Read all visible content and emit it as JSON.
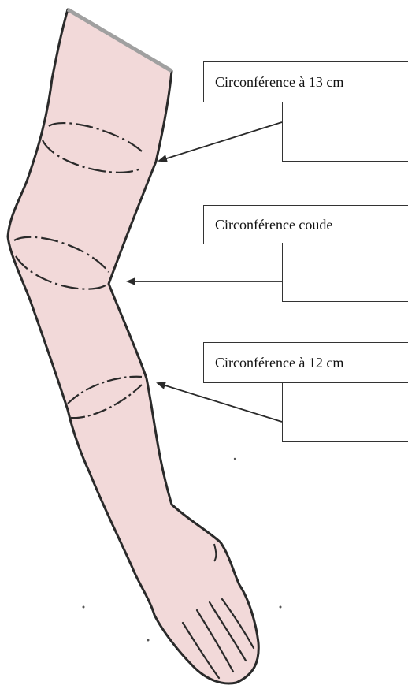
{
  "labels": {
    "circumference_13": "Circonférence à 13 cm",
    "circumference_elbow": "Circonférence coude",
    "circumference_12": "Circonférence à 12 cm"
  },
  "colors": {
    "skin_fill": "#f2d9d9",
    "outline": "#2a2a2a",
    "shoulder_edge": "#a0a0a0"
  },
  "icons": {
    "arm": "arm-illustration"
  }
}
